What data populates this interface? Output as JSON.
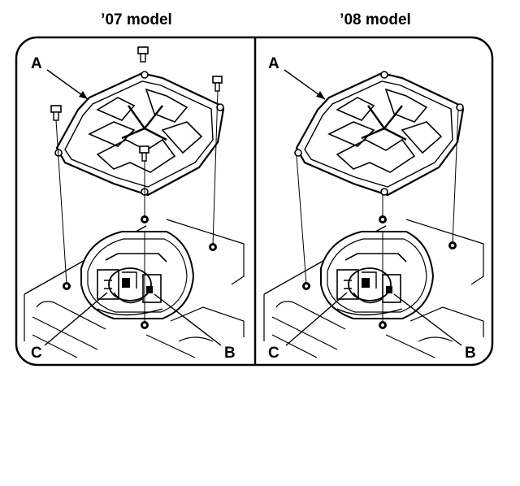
{
  "panels": [
    {
      "title": "’07 model",
      "labels": {
        "a": "A",
        "b": "B",
        "c": "C"
      }
    },
    {
      "title": "’08 model",
      "labels": {
        "a": "A",
        "b": "B",
        "c": "C"
      }
    }
  ],
  "colors": {
    "ink": "#000000",
    "paper": "#ffffff"
  }
}
